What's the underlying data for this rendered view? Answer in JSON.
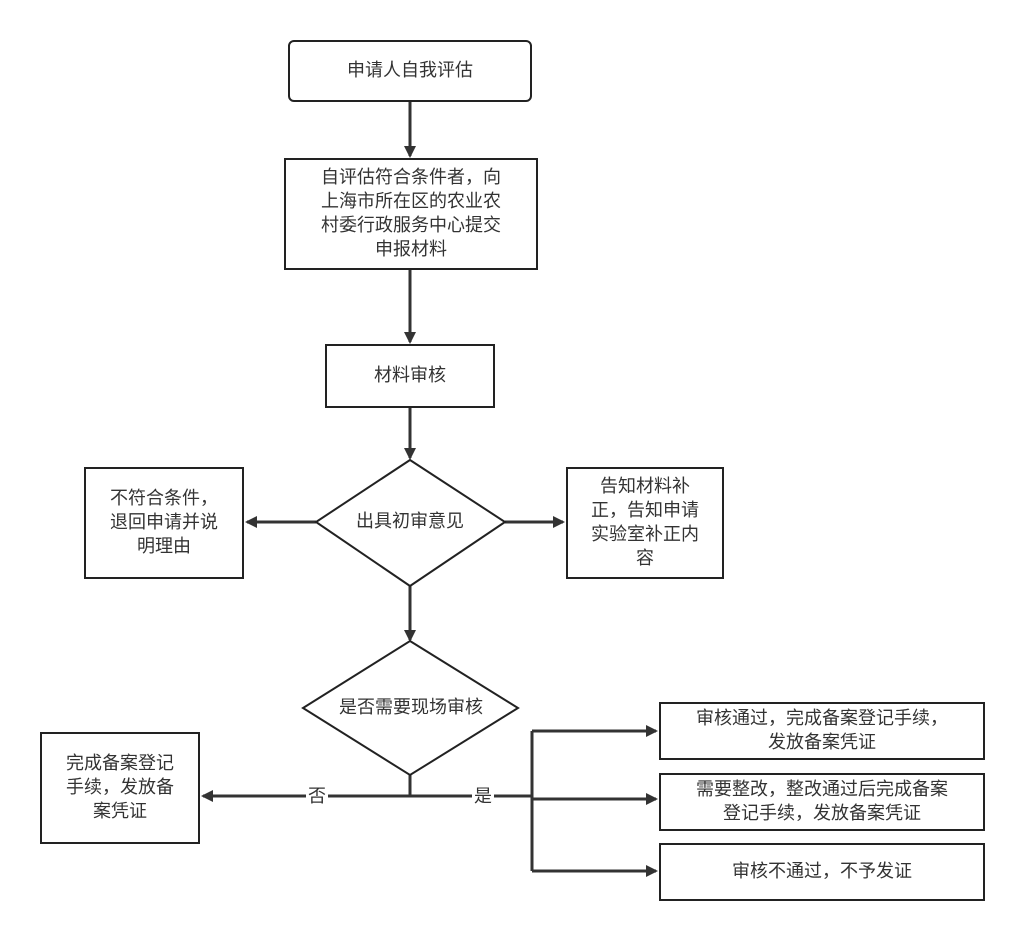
{
  "nodes": {
    "self_assess": "申请人自我评估",
    "submit": "自评估符合条件者，向\n上海市所在区的农业农\n村委行政服务中心提交\n申报材料",
    "review": "材料审核",
    "initial_opinion": "出具初审意见",
    "reject": "不符合条件，\n退回申请并说\n明理由",
    "supplement": "告知材料补\n正，告知申请\n实验室补正内\n容",
    "onsite_check": "是否需要现场审核",
    "complete_no_check": "完成备案登记\n手续，发放备\n案凭证",
    "pass": "审核通过，完成备案登记手续，\n发放备案凭证",
    "rectify": "需要整改，整改通过后完成备案\n登记手续，发放备案凭证",
    "fail": "审核不通过，不予发证"
  },
  "edge_labels": {
    "no": "否",
    "yes": "是"
  }
}
